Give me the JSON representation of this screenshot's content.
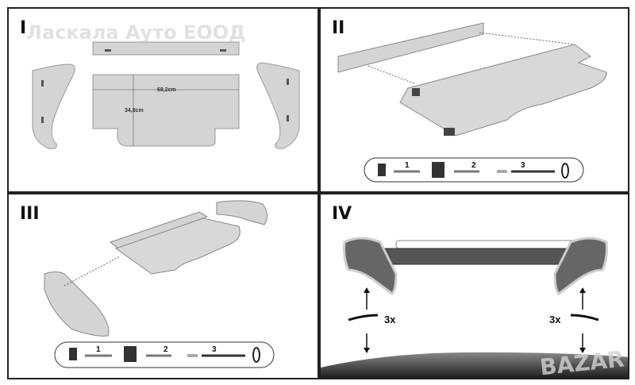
{
  "watermark_top": "Ласкала Ауто ЕООД",
  "watermark_bottom": "BAZAR",
  "panels": [
    {
      "number": "I",
      "width_label": "68,2cm",
      "height_label": "34,8cm"
    },
    {
      "number": "II",
      "steps": [
        "1",
        "2",
        "3"
      ]
    },
    {
      "number": "III",
      "steps": [
        "1",
        "2",
        "3"
      ]
    },
    {
      "number": "IV",
      "left_multiplier": "3x",
      "right_multiplier": "3x"
    }
  ],
  "colors": {
    "part_fill": "#d4d4d4",
    "border": "#222222",
    "dark_shelf": "#555555"
  }
}
